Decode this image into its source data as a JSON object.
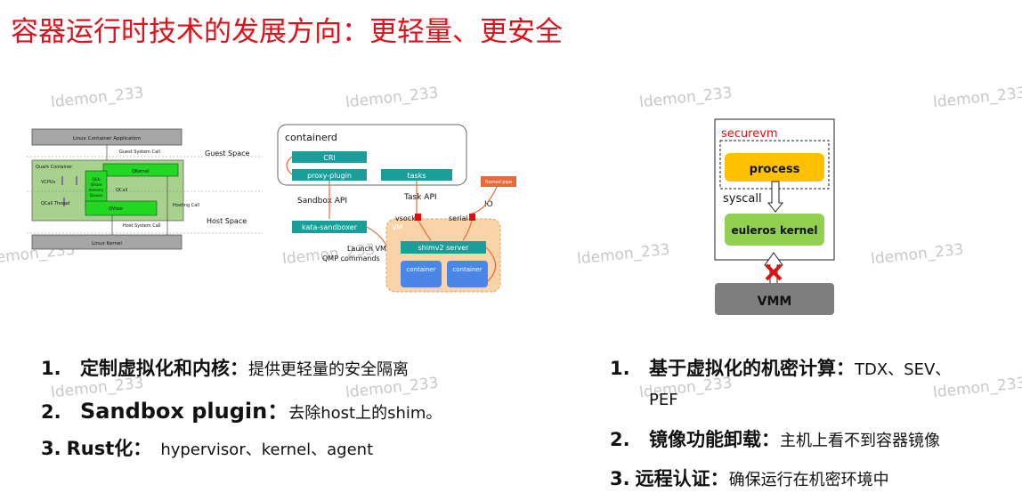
{
  "title": "容器运行时技术的发展方向：更轻量、更安全",
  "watermark": "ldemon_233",
  "diagram1": {
    "app_label": "Linux Container Application",
    "guest_syscall": "Guest System Call",
    "guest_space": "Guest Space",
    "quark_container": "Quark Container",
    "vcpus": "VCPUs",
    "qkernel": "QKernel",
    "qcall": "QCall",
    "qcall_thread": "QCall Thread",
    "qlib_lines": [
      "QLib",
      "(Share",
      "memory",
      "Queue)"
    ],
    "qvisor": "QVisor",
    "hosting_call": "Hosting Call",
    "host_syscall": "Host System Call",
    "host_space": "Host Space",
    "linux_kernel": "Linux Kernel"
  },
  "diagram2": {
    "containerd": "containerd",
    "cri": "CRI",
    "proxy_plugin": "proxy-plugin",
    "tasks": "tasks",
    "named_pipe": "Named pipe",
    "sandbox_api": "Sandbox API",
    "task_api": "Task API",
    "io": "IO",
    "vsock": "vsock",
    "serial": "serial",
    "kata_sandboxer": "kata-sandboxer",
    "vm": "VM",
    "shimv2_server": "shimv2 server",
    "container": "container",
    "launch_lines": [
      "Launch VM",
      "QMP commands"
    ]
  },
  "diagram3": {
    "securevm": "securevm",
    "process": "process",
    "syscall": "syscall",
    "euleros_kernel": "euleros kernel",
    "vmm": "VMM"
  },
  "left_list": [
    {
      "num": "1.",
      "head": "定制虚拟化和内核：",
      "body": "提供更轻量的安全隔离"
    },
    {
      "num": "2.",
      "head": "Sandbox plugin：",
      "body": "去除host上的shim。"
    },
    {
      "num": "3.",
      "head": "Rust化：",
      "body": "hypervisor、kernel、agent"
    }
  ],
  "right_list": [
    {
      "num": "1.",
      "head": "基于虚拟化的机密计算：",
      "body": "TDX、SEV、",
      "body2": "PEF"
    },
    {
      "num": "2.",
      "head": "镜像功能卸载：",
      "body": "主机上看不到容器镜像"
    },
    {
      "num": "3.",
      "head": "远程认证：",
      "body": "确保运行在机密环境中"
    }
  ],
  "colors": {
    "title_red": "#e0101a",
    "teal": "#1a9e9a",
    "quark_green": "#22d822",
    "vm_orange": "#f8d4a8",
    "blue_container": "#4a86e8",
    "process_yellow": "#ffc000",
    "kernel_green": "#92d050",
    "vmm_gray": "#7f7f7f"
  }
}
